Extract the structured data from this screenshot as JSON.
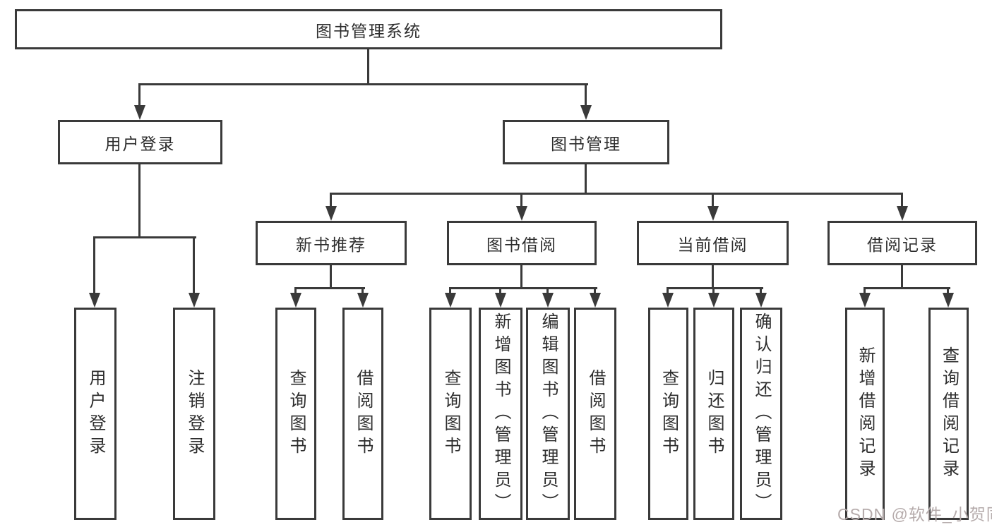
{
  "tree": {
    "root": {
      "label": "图书管理系统"
    },
    "branches": [
      {
        "label": "用户登录",
        "children": [
          {
            "label": "用户登录"
          },
          {
            "label": "注销登录"
          }
        ]
      },
      {
        "label": "图书管理",
        "children": [
          {
            "label": "新书推荐",
            "children": [
              {
                "label": "查询图书"
              },
              {
                "label": "借阅图书"
              }
            ]
          },
          {
            "label": "图书借阅",
            "children": [
              {
                "label": "查询图书"
              },
              {
                "label": "新增图书（管理员）"
              },
              {
                "label": "编辑图书（管理员）"
              },
              {
                "label": "借阅图书"
              }
            ]
          },
          {
            "label": "当前借阅",
            "children": [
              {
                "label": "查询图书"
              },
              {
                "label": "归还图书"
              },
              {
                "label": "确认归还（管理员）"
              }
            ]
          },
          {
            "label": "借阅记录",
            "children": [
              {
                "label": "新增借阅记录"
              },
              {
                "label": "查询借阅记录"
              }
            ]
          }
        ]
      }
    ]
  },
  "watermark": {
    "text": "CSDN @软件_小贺同学",
    "color": "#b5abab"
  },
  "colors": {
    "line": "#3a3a3a",
    "box_border": "#3a3a3a",
    "box_background": "#ffffff",
    "text": "#2d2d2d",
    "page_background": "#ffffff"
  }
}
